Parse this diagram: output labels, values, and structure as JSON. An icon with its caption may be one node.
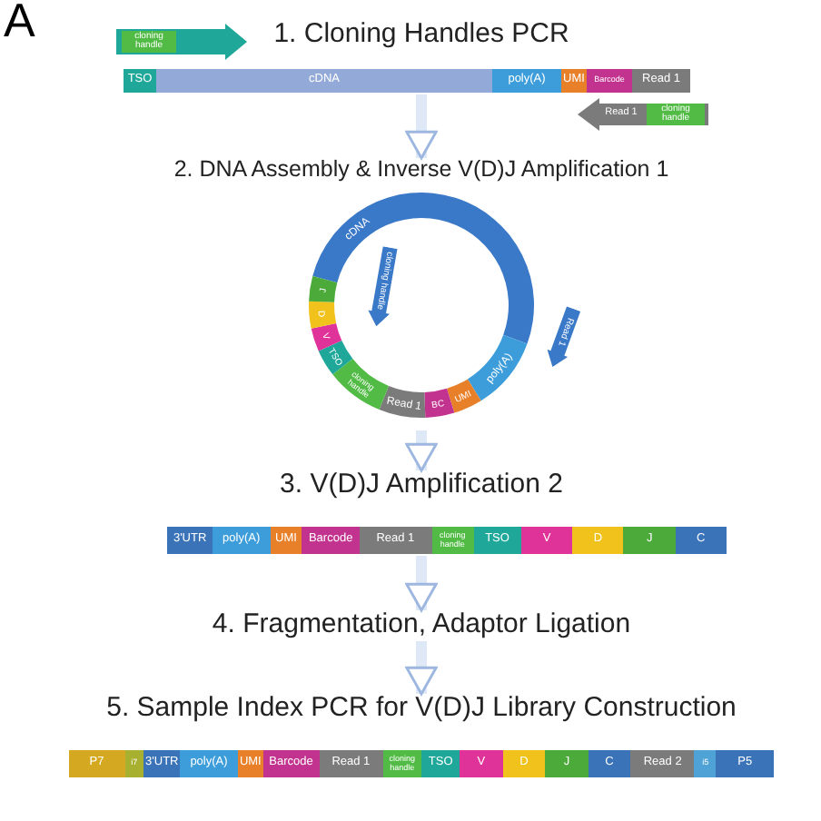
{
  "diagram": {
    "nodes": [
      {
        "text": [
          "1. Cloning Handles PCR"
        ]
      },
      {
        "text": [
          "cloning handle"
        ]
      },
      {
        "text": [],
        "shape": "bar"
      },
      {
        "text": [
          "TSO"
        ],
        "in": 2
      },
      {
        "text": [
          "cDNA"
        ],
        "in": 2
      },
      {
        "text": [
          "poly(A)"
        ],
        "in": 2
      },
      {
        "text": [
          "UMI"
        ],
        "in": 2
      },
      {
        "text": [
          "Barcode"
        ],
        "in": 2
      },
      {
        "text": [
          "Read 1"
        ],
        "in": 2
      },
      {
        "text": [
          "Read 1",
          "cloning handle"
        ]
      },
      {
        "text": [
          "2. DNA Assembly & Inverse V(D)J Amplification 1"
        ]
      },
      {
        "text": [],
        "shape": "circle"
      },
      {
        "text": [
          "cDNA"
        ],
        "in": 11
      },
      {
        "text": [
          "poly(A)"
        ],
        "in": 11
      },
      {
        "text": [
          "UMI"
        ],
        "in": 11
      },
      {
        "text": [
          "BC"
        ],
        "in": 11
      },
      {
        "text": [
          "Read 1"
        ],
        "in": 11
      },
      {
        "text": [
          "cloning handle"
        ],
        "in": 11
      },
      {
        "text": [
          "TSO"
        ],
        "in": 11
      },
      {
        "text": [
          "V"
        ],
        "in": 11
      },
      {
        "text": [
          "D"
        ],
        "in": 11
      },
      {
        "text": [
          "J"
        ],
        "in": 11
      },
      {
        "text": [
          "cloning handle"
        ],
        "in": 11
      },
      {
        "text": [
          "Read 1"
        ]
      },
      {
        "text": [
          "3. V(D)J Amplification 2"
        ]
      },
      {
        "text": [],
        "shape": "bar"
      },
      {
        "text": [
          "3'UTR"
        ],
        "in": 25
      },
      {
        "text": [
          "poly(A)"
        ],
        "in": 25
      },
      {
        "text": [
          "UMI"
        ],
        "in": 25
      },
      {
        "text": [
          "Barcode"
        ],
        "in": 25
      },
      {
        "text": [
          "Read 1"
        ],
        "in": 25
      },
      {
        "text": [
          "cloning handle"
        ],
        "in": 25
      },
      {
        "text": [
          "TSO"
        ],
        "in": 25
      },
      {
        "text": [
          "V"
        ],
        "in": 25
      },
      {
        "text": [
          "D"
        ],
        "in": 25
      },
      {
        "text": [
          "J"
        ],
        "in": 25
      },
      {
        "text": [
          "C"
        ],
        "in": 25
      },
      {
        "text": [
          "4. Fragmentation, Adaptor Ligation"
        ]
      },
      {
        "text": [
          "5. Sample Index PCR for V(D)J Library Construction"
        ]
      },
      {
        "text": [],
        "shape": "bar"
      },
      {
        "text": [
          "P7"
        ],
        "in": 39
      },
      {
        "text": [
          "i7"
        ],
        "in": 39
      },
      {
        "text": [
          "3'UTR"
        ],
        "in": 39
      },
      {
        "text": [
          "poly(A)"
        ],
        "in": 39
      },
      {
        "text": [
          "UMI"
        ],
        "in": 39
      },
      {
        "text": [
          "Barcode"
        ],
        "in": 39
      },
      {
        "text": [
          "Read 1"
        ],
        "in": 39
      },
      {
        "text": [
          "cloning handle"
        ],
        "in": 39
      },
      {
        "text": [
          "TSO"
        ],
        "in": 39
      },
      {
        "text": [
          "V"
        ],
        "in": 39
      },
      {
        "text": [
          "D"
        ],
        "in": 39
      },
      {
        "text": [
          "J"
        ],
        "in": 39
      },
      {
        "text": [
          "C"
        ],
        "in": 39
      },
      {
        "text": [
          "Read 2"
        ],
        "in": 39
      },
      {
        "text": [
          "i5"
        ],
        "in": 39
      },
      {
        "text": [
          "P5"
        ],
        "in": 39
      }
    ],
    "edges": [
      {
        "from": 2,
        "to": 10,
        "arrow": "to"
      },
      {
        "from": 11,
        "to": 24,
        "arrow": "to"
      },
      {
        "from": 25,
        "to": 37,
        "arrow": "to"
      },
      {
        "from": 37,
        "to": 38,
        "arrow": "to"
      }
    ],
    "labels": [
      "A"
    ]
  }
}
